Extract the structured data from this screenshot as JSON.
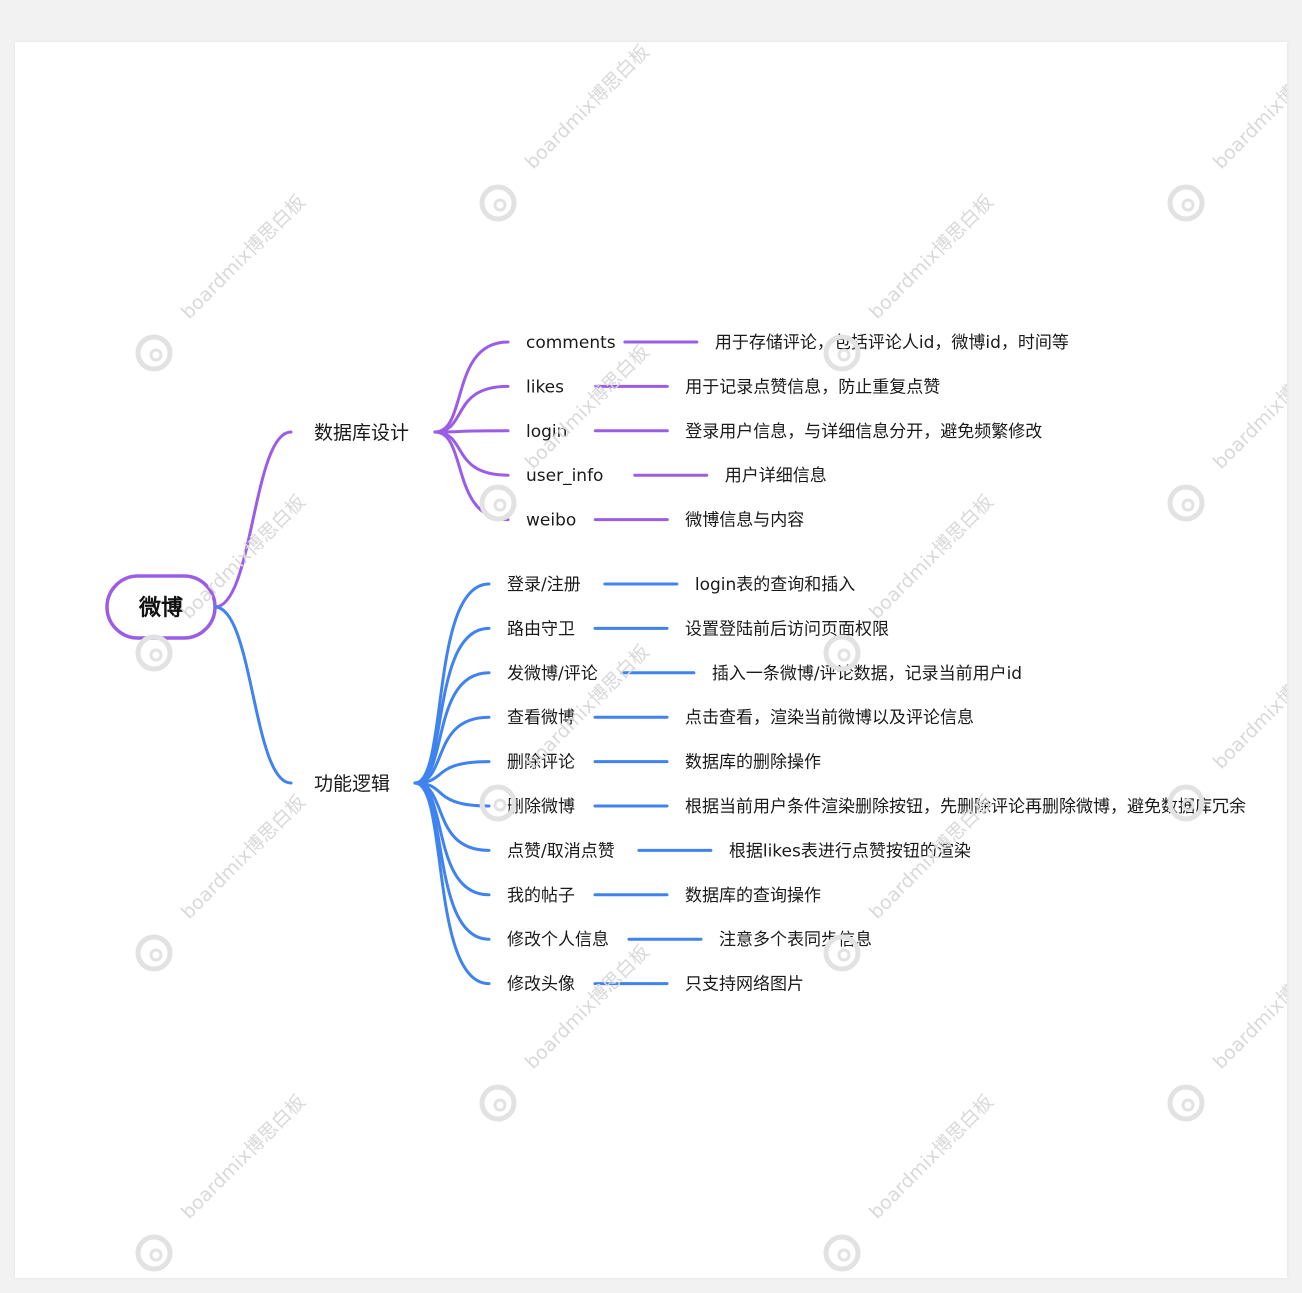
{
  "colors": {
    "branch1": "#9b5de5",
    "branch2": "#3f83f0",
    "root_stroke": "#9b5de5"
  },
  "root": {
    "label": "微博"
  },
  "branches": [
    {
      "label": "数据库设计",
      "color_key": "branch1",
      "children": [
        {
          "label": "comments",
          "detail": "用于存储评论，包括评论人id，微博id，时间等"
        },
        {
          "label": "likes",
          "detail": "用于记录点赞信息，防止重复点赞"
        },
        {
          "label": "login",
          "detail": "登录用户信息，与详细信息分开，避免频繁修改"
        },
        {
          "label": "user_info",
          "detail": "用户详细信息"
        },
        {
          "label": "weibo",
          "detail": "微博信息与内容"
        }
      ]
    },
    {
      "label": "功能逻辑",
      "color_key": "branch2",
      "children": [
        {
          "label": "登录/注册",
          "detail": "login表的查询和插入"
        },
        {
          "label": "路由守卫",
          "detail": "设置登陆前后访问页面权限"
        },
        {
          "label": "发微博/评论",
          "detail": "插入一条微博/评论数据，记录当前用户id"
        },
        {
          "label": "查看微博",
          "detail": "点击查看，渲染当前微博以及评论信息"
        },
        {
          "label": "删除评论",
          "detail": "数据库的删除操作"
        },
        {
          "label": "删除微博",
          "detail": "根据当前用户条件渲染删除按钮，先删除评论再删除微博，避免数据库冗余"
        },
        {
          "label": "点赞/取消点赞",
          "detail": "根据likes表进行点赞按钮的渲染"
        },
        {
          "label": "我的帖子",
          "detail": "数据库的查询操作"
        },
        {
          "label": "修改个人信息",
          "detail": "注意多个表同步信息"
        },
        {
          "label": "修改头像",
          "detail": "只支持网络图片"
        }
      ]
    }
  ],
  "watermark": {
    "text": "boardmix博思白板",
    "logo_icon": "boardmix-logo-icon"
  }
}
